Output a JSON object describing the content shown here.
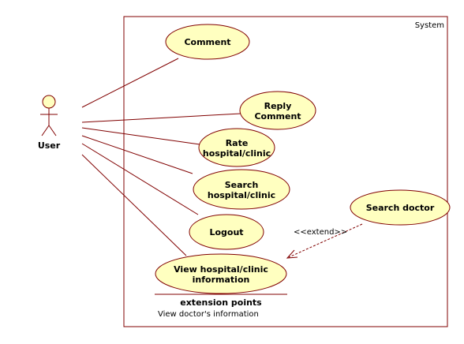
{
  "system": {
    "label": "System"
  },
  "actor": {
    "name": "User"
  },
  "use_cases": {
    "comment": [
      "Comment"
    ],
    "reply_comment": [
      "Reply",
      "Comment"
    ],
    "rate": [
      "Rate",
      "hospital/clinic"
    ],
    "search_hospital": [
      "Search",
      "hospital/clinic"
    ],
    "logout": [
      "Logout"
    ],
    "view_hospital": [
      "View hospital/clinic",
      "information"
    ],
    "search_doctor": [
      "Search doctor"
    ]
  },
  "extend": {
    "label": "<<extend>>"
  },
  "extension_points": {
    "heading": "extension points",
    "item": "View doctor's information"
  },
  "colors": {
    "ellipse_fill": "#ffffc0",
    "line": "#800000",
    "actor_fill": "#ffffc0"
  }
}
